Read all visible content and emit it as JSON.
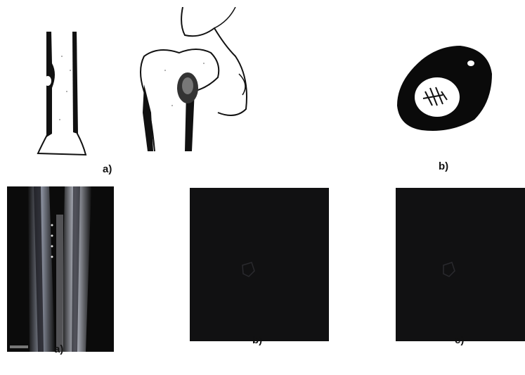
{
  "figure": {
    "top_row": {
      "label_a": "a)",
      "label_b": "b)"
    },
    "bottom_row": {
      "label_a": "a)",
      "label_b": "b)",
      "label_c": "c)"
    }
  }
}
